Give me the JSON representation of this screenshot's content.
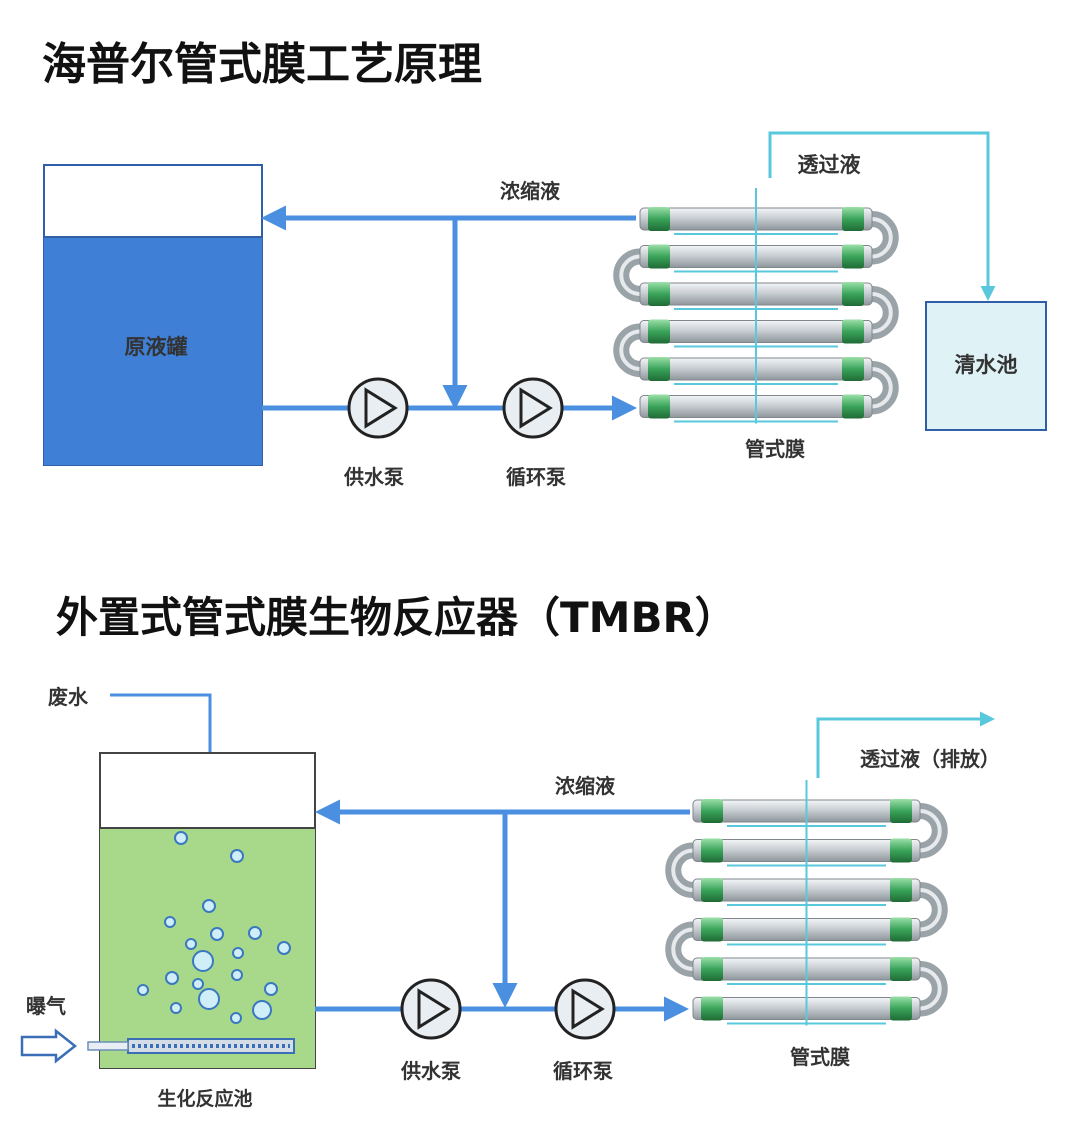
{
  "titles": {
    "process": "海普尔管式膜工艺原理",
    "tmbr": "外置式管式膜生物反应器（TMBR）"
  },
  "diagram1": {
    "tank_label": "原液罐",
    "concentrate_label": "浓缩液",
    "permeate_label": "透过液",
    "clean_tank_label": "清水池",
    "feed_pump_label": "供水泵",
    "circ_pump_label": "循环泵",
    "membrane_label": "管式膜"
  },
  "diagram2": {
    "wastewater_label": "废水",
    "aeration_label": "曝气",
    "reactor_label": "生化反应池",
    "concentrate_label": "浓缩液",
    "permeate_label": "透过液（排放）",
    "feed_pump_label": "供水泵",
    "circ_pump_label": "循环泵",
    "membrane_label": "管式膜"
  },
  "colors": {
    "pipe_blue": "#4a8fe0",
    "tank_blue": "#3f7fd6",
    "reactor_green": "#a8d98a",
    "permeate_cyan": "#5ac8dc",
    "clean_tank": "#dff3f6",
    "membrane_green": "#3aa45a"
  },
  "icons": [
    "pump-icon",
    "arrow-icon",
    "bubble-icon",
    "diffuser-icon"
  ]
}
